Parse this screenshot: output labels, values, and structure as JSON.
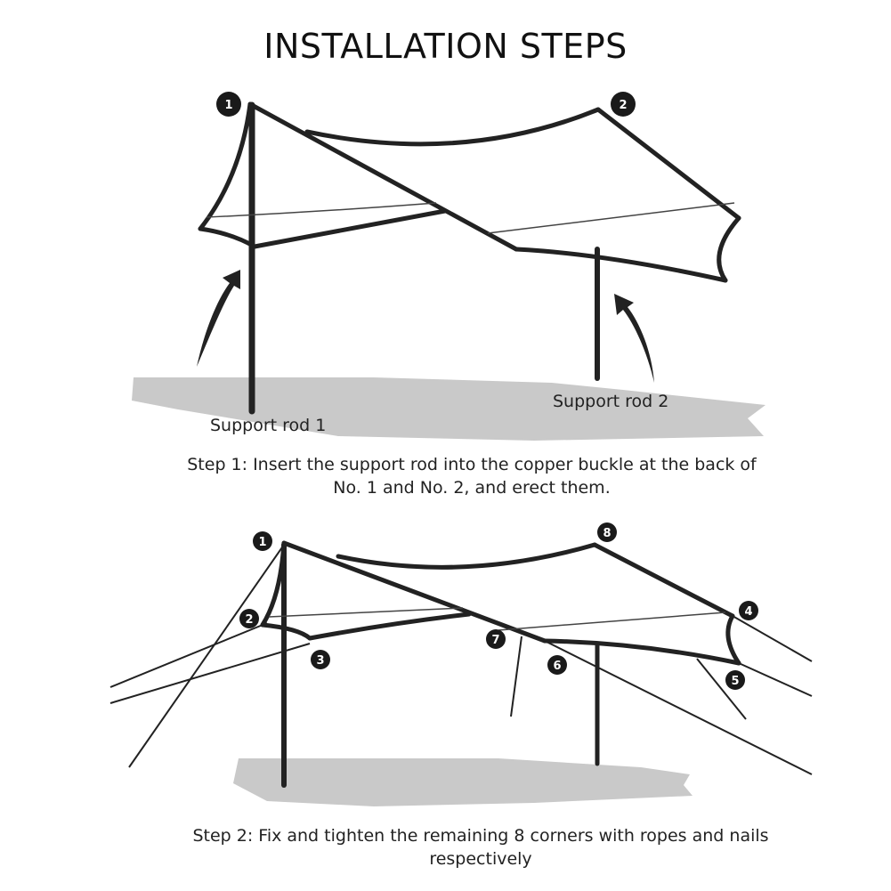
{
  "title": "INSTALLATION STEPS",
  "step1": {
    "labels": {
      "rod1": "Support rod 1",
      "rod2": "Support rod 2"
    },
    "badges": [
      "1",
      "2"
    ],
    "caption_line1": "Step 1: Insert the support rod into the copper buckle at the back of",
    "caption_line2": "No. 1 and No. 2, and erect them."
  },
  "step2": {
    "badges": [
      "1",
      "2",
      "3",
      "4",
      "5",
      "6",
      "7",
      "8"
    ],
    "caption_line1": "Step 2: Fix and tighten the remaining 8 corners with ropes and nails",
    "caption_line2": "respectively"
  }
}
